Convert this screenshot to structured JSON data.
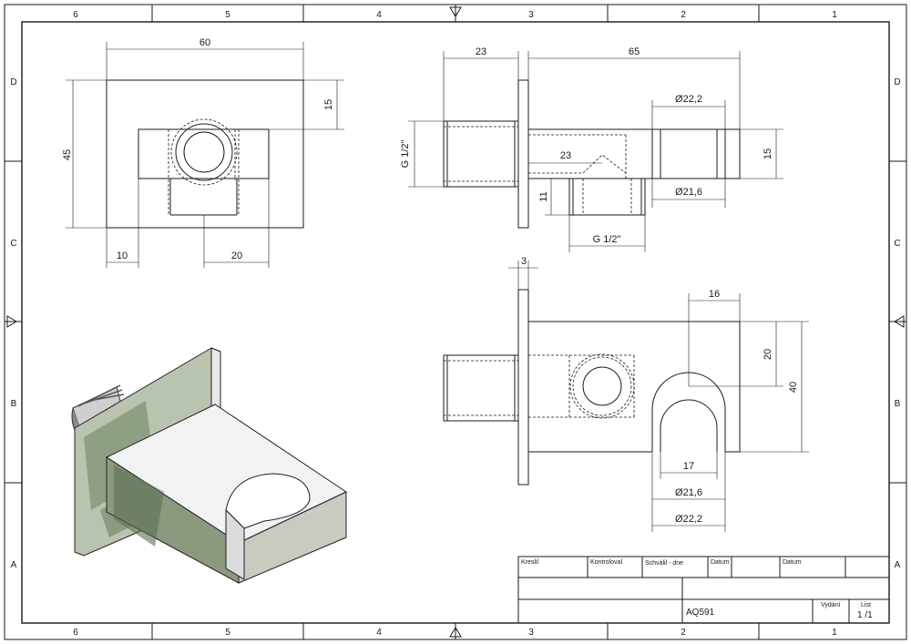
{
  "sheet": {
    "zone_cols": [
      "6",
      "5",
      "4",
      "3",
      "2",
      "1"
    ],
    "zone_rows": [
      "D",
      "C",
      "B",
      "A"
    ]
  },
  "front_view": {
    "dim_width": "60",
    "dim_height": "45",
    "dim_top": "15",
    "dim_left": "10",
    "dim_outlet": "20"
  },
  "side_view": {
    "dim_flange": "23",
    "dim_body": "65",
    "dim_bore_outer": "Ø22,2",
    "dim_bore_inner": "Ø21,6",
    "dim_inner_23": "23",
    "dim_thread_in": "G 1/2\"",
    "dim_thread_out": "G 1/2\"",
    "dim_15": "15",
    "dim_11": "11"
  },
  "top_view": {
    "dim_plate": "3",
    "dim_16": "16",
    "dim_20": "20",
    "dim_40": "40",
    "dim_17": "17",
    "dim_bore_inner": "Ø21,6",
    "dim_bore_outer": "Ø22,2"
  },
  "title_block": {
    "drawn_by": "Kreslil",
    "checked_by": "Kontroloval",
    "approved": "Schválil - dne",
    "date1": "Datum",
    "date2": "Datum",
    "part_number": "AQ591",
    "issue_label": "Vydání",
    "sheet_label": "List",
    "sheet_value": "1 /1"
  }
}
